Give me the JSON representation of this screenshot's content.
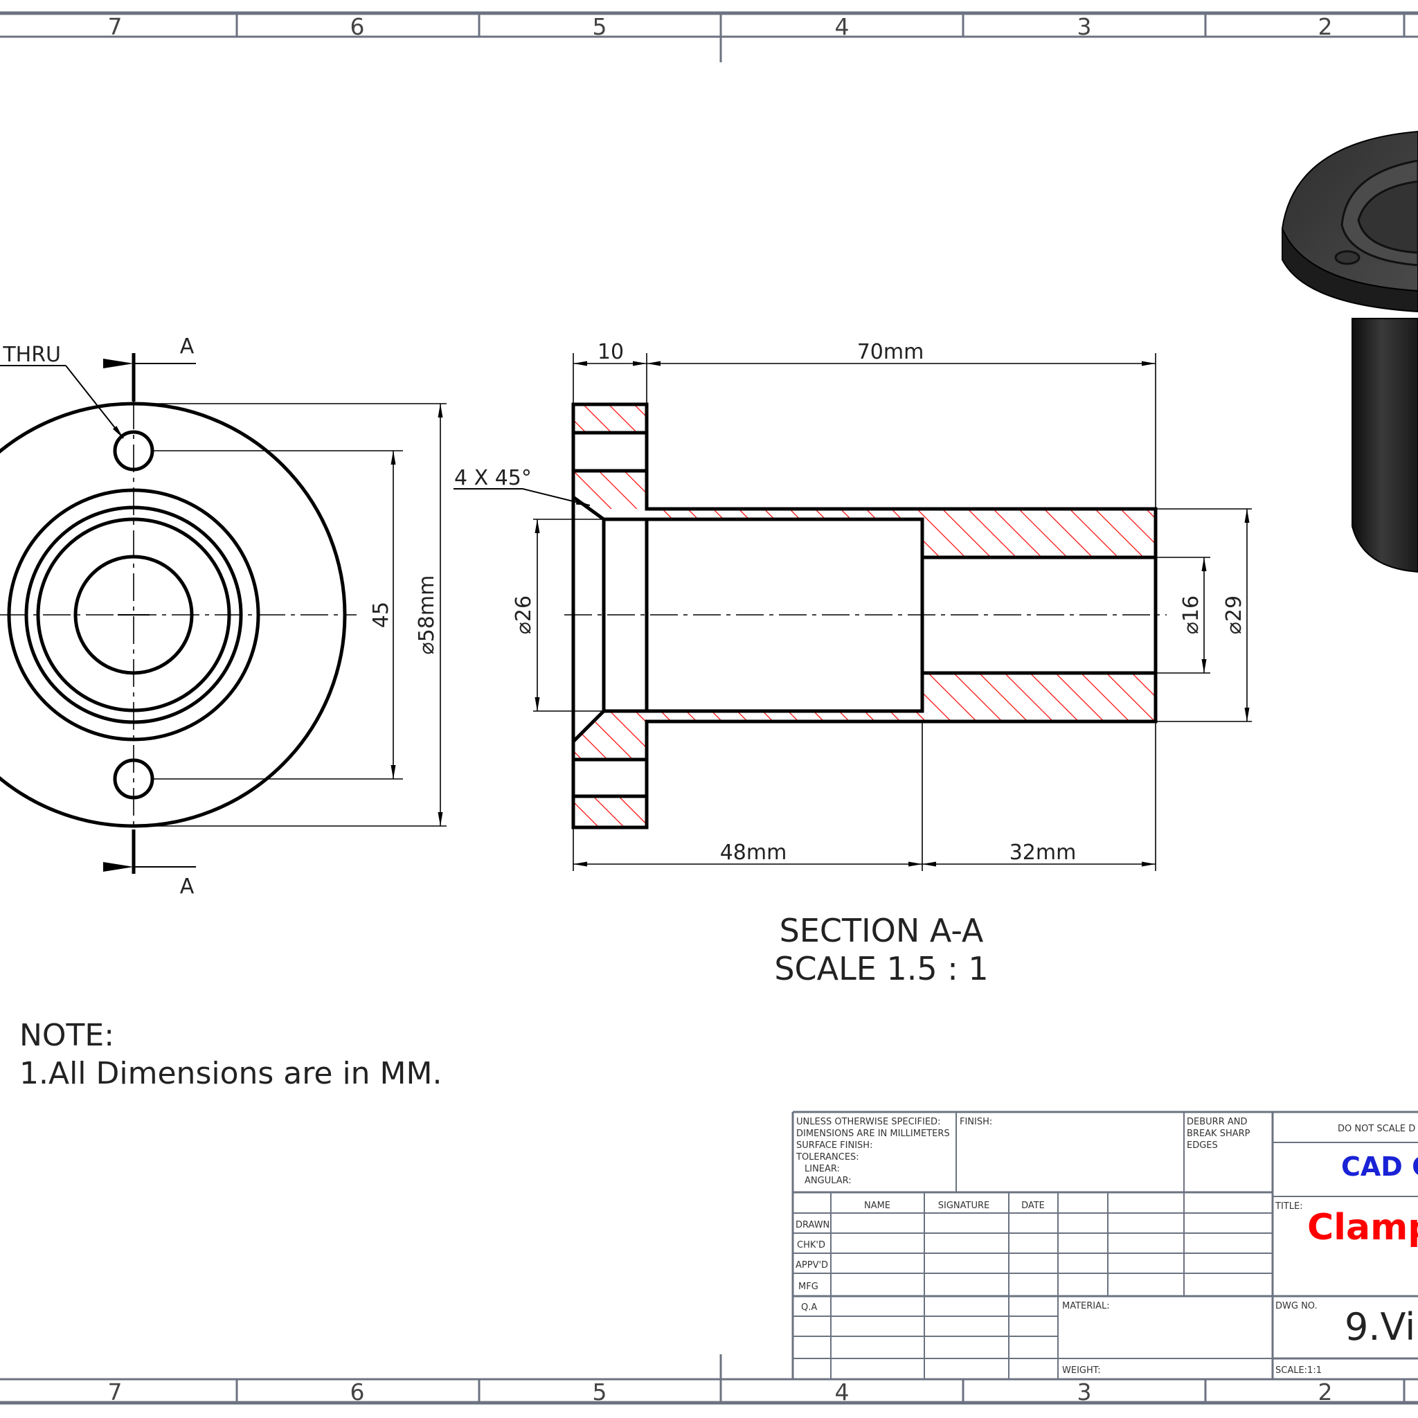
{
  "zones": {
    "top": [
      "7",
      "6",
      "5",
      "4",
      "3",
      "2"
    ],
    "bottom": [
      "7",
      "6",
      "5",
      "4",
      "3",
      "2"
    ]
  },
  "front_view": {
    "hole_callout": "THRU",
    "section_letter_top": "A",
    "section_letter_bottom": "A",
    "dim_45": "45",
    "dim_58": "⌀58mm"
  },
  "section_view": {
    "dim_10": "10",
    "dim_70": "70mm",
    "dim_48": "48mm",
    "dim_32": "32mm",
    "chamfer": "4 X 45°",
    "dia_26": "⌀26",
    "dia_16": "⌀16",
    "dia_29": "⌀29",
    "title": "SECTION A-A",
    "scale": "SCALE 1.5 : 1",
    "hatch_color": "#ff0000"
  },
  "notes": {
    "heading": "NOTE:",
    "line1": "1.All Dimensions are in MM."
  },
  "title_block": {
    "spec_lines": [
      "UNLESS OTHERWISE SPECIFIED:",
      "DIMENSIONS ARE IN MILLIMETERS",
      "SURFACE FINISH:",
      "TOLERANCES:",
      "LINEAR:",
      "ANGULAR:"
    ],
    "finish": "FINISH:",
    "deburr": [
      "DEBURR AND",
      "BREAK SHARP",
      "EDGES"
    ],
    "do_not_scale": "DO NOT SCALE D",
    "company": "CAD C",
    "company_color": "#1a22d6",
    "col_headers": [
      "NAME",
      "SIGNATURE",
      "DATE"
    ],
    "rows": [
      "DRAWN",
      "CHK'D",
      "APPV'D",
      "MFG",
      "Q.A"
    ],
    "title_label": "TITLE:",
    "title": "Clamp",
    "title_color": "#ff0000",
    "material": "MATERIAL:",
    "dwg_no_label": "DWG NO.",
    "dwg_no": "9.Vi",
    "weight": "WEIGHT:",
    "scale": "SCALE:1:1"
  }
}
